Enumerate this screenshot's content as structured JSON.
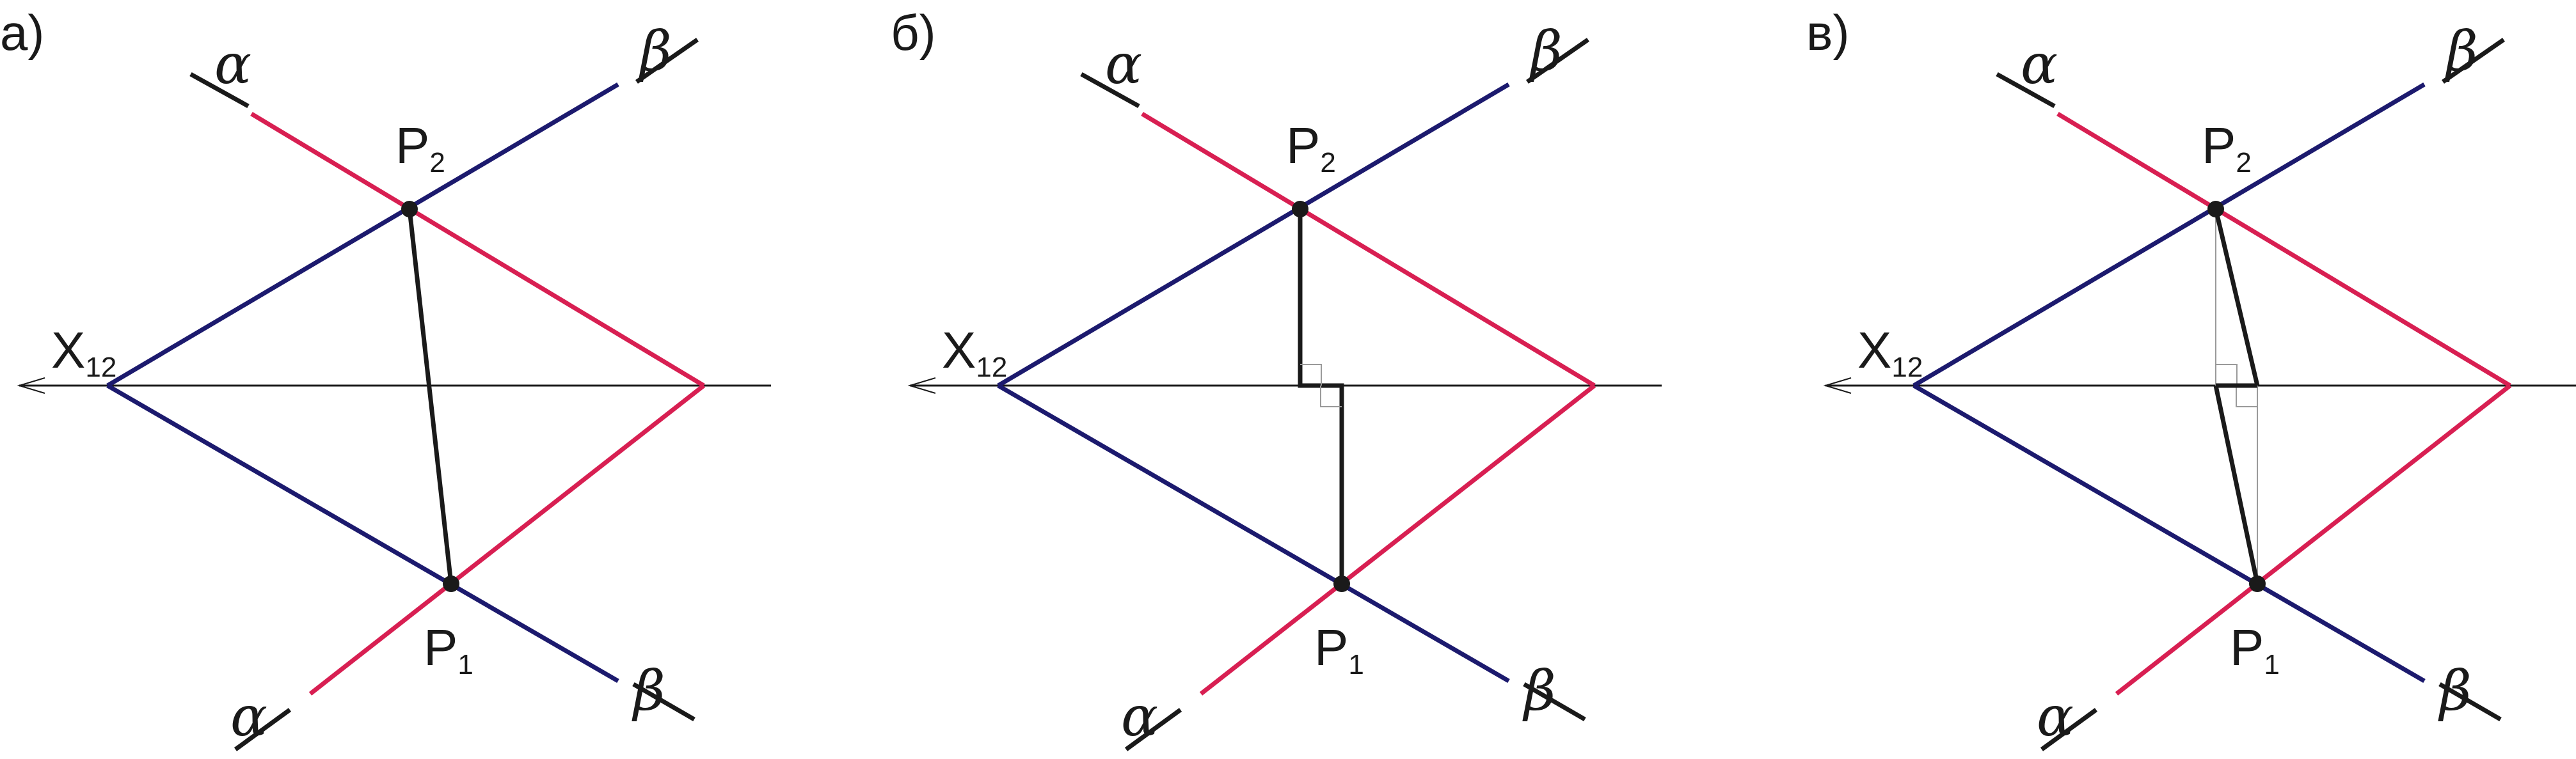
{
  "colors": {
    "red_trace": "#d81f52",
    "blue_trace": "#1c1a6e",
    "axis": "#1a1a1a",
    "segment": "#1a1a1a",
    "thin": "#9a9a9a"
  },
  "axis_label": {
    "main": "X",
    "sub": "12"
  },
  "points": {
    "p2": {
      "main": "P",
      "sub": "2"
    },
    "p1": {
      "main": "P",
      "sub": "1"
    }
  },
  "trace_labels": {
    "alpha_top": "α",
    "beta_top": "β",
    "alpha_bottom": "α",
    "beta_bottom": "β"
  },
  "panels": [
    {
      "label": "а)",
      "variant": "straight"
    },
    {
      "label": "б)",
      "variant": "perpendicular"
    },
    {
      "label": "в)",
      "variant": "broken"
    }
  ]
}
